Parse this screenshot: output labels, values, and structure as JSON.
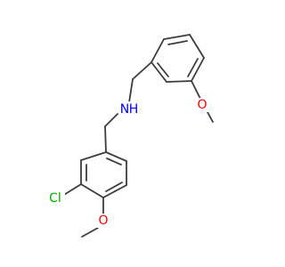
{
  "molecule": {
    "atoms": {
      "nitrogen": {
        "label": "N",
        "hydrogen": "H",
        "color": "#0000ff"
      },
      "oxygen_top": {
        "label": "O",
        "color": "#ff0000"
      },
      "oxygen_bottom": {
        "label": "O",
        "color": "#ff0000"
      },
      "chlorine": {
        "label": "Cl",
        "color": "#00aa00"
      }
    },
    "bond_color": "#3c3c3c"
  }
}
